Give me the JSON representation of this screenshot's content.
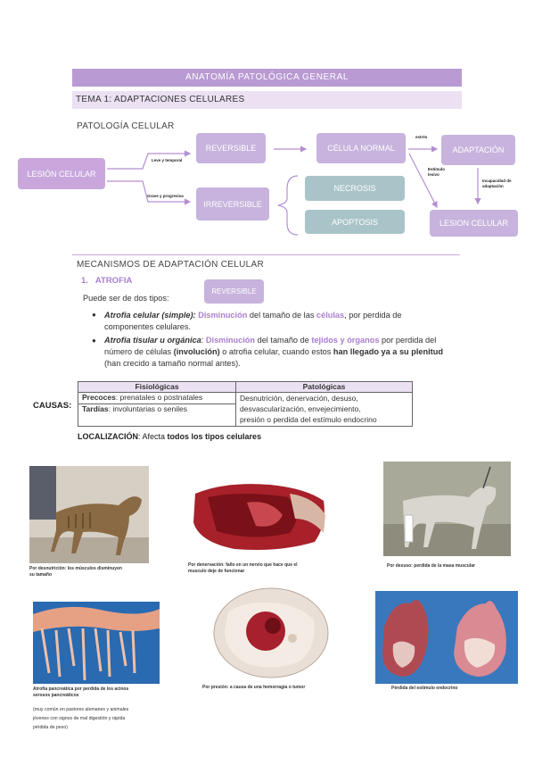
{
  "header": {
    "banner": "ANATOMÍA PATOLÓGICA GENERAL",
    "topic": "TEMA 1: ADAPTACIONES CELULARES"
  },
  "diagram": {
    "section_title": "PATOLOGÍA CELULAR",
    "lesion": "LESIÓN CELULAR",
    "reversible": "REVERSIBLE",
    "irreversible": "IRREVERSIBLE",
    "celula_normal": "CÉLULA NORMAL",
    "adaptacion": "ADAPTACIÓN",
    "lesion2": "LESION CELULAR",
    "necrosis": "NECROSIS",
    "apoptosis": "APOPTOSIS",
    "label_leve": "Leve y temporal",
    "label_grave": "Grave y progresiva",
    "label_estres": "estrés",
    "label_estimulo_1": "Estímulo",
    "label_estimulo_2": "lesivo",
    "label_incap_1": "Incapacidad de",
    "label_incap_2": "adaptación"
  },
  "mecanismos": {
    "title": "MECANISMOS DE ADAPTACIÓN CELULAR",
    "item_number": "1.",
    "item_title": "ATROFIA",
    "intro": "Puede ser de dos tipos:",
    "badge": "REVERSIBLE",
    "b1_term": "Atrofia celular (simple):",
    "b1_acc1": "Disminución",
    "b1_t1": "del tamaño de las",
    "b1_acc2": "células",
    "b1_t2": ", por perdida de",
    "b1_line2": "componentes celulares.",
    "b2_term": "Atrofia tisular u orgánica",
    "b2_colon": ":",
    "b2_acc1": "Disminución",
    "b2_t1": "del tamaño de",
    "b2_acc2": "tejidos y órganos",
    "b2_t2": "por perdida del",
    "b2_line2a": "número de células",
    "b2_line2b": "(involución)",
    "b2_line2c": "o atrofia celular, cuando estos",
    "b2_line2d": "han llegado ya a su plenitud",
    "b2_line3": "(han crecido a tamaño normal antes).",
    "causas_label": "CAUSAS:",
    "table": {
      "h1": "Fisiológicas",
      "h2": "Patológicas",
      "r1c1_bold": "Precoces",
      "r1c1_text": ": prenatales o postnatales",
      "r2c1_bold": "Tardías",
      "r2c1_text": ": involuntarias o seniles",
      "c2_l1": "Desnutrición, denervación, desuso,",
      "c2_l2": "desvascularización, envejecimiento,",
      "c2_l3": "presión o perdida del estímulo endocrino"
    },
    "localizacion_label": "LOCALIZACIÓN",
    "localizacion_text": ": Afecta",
    "localizacion_bold": "todos los tipos celulares"
  },
  "photos": {
    "cap1_l1": "Por desnutrición: los músculos disminuyen",
    "cap1_l2": "su tamaño",
    "cap2_l1": "Por denervación: fallo en un nervio que hace que el",
    "cap2_l2": "musculo deje de funcionar",
    "cap3": "Por desuso: perdida de la masa muscular",
    "cap4_l1": "Atrofia pancreática por perdida de los acinos",
    "cap4_l2": "serosos pancreáticos",
    "cap4_n1": "(muy común en pastores alemanes y animales",
    "cap4_n2": "jóvenes con signos de mal digestión y rápida",
    "cap4_n3": "pérdida de peso)",
    "cap5": "Por presión: a causa de una hemorragia o tumor",
    "cap6": "Pérdida del estímulo endocrino"
  },
  "colors": {
    "accent": "#b99ad3",
    "light_accent": "#ebe1f3",
    "box_purple": "#c7b3dd",
    "box_teal": "#a9c4c8"
  }
}
